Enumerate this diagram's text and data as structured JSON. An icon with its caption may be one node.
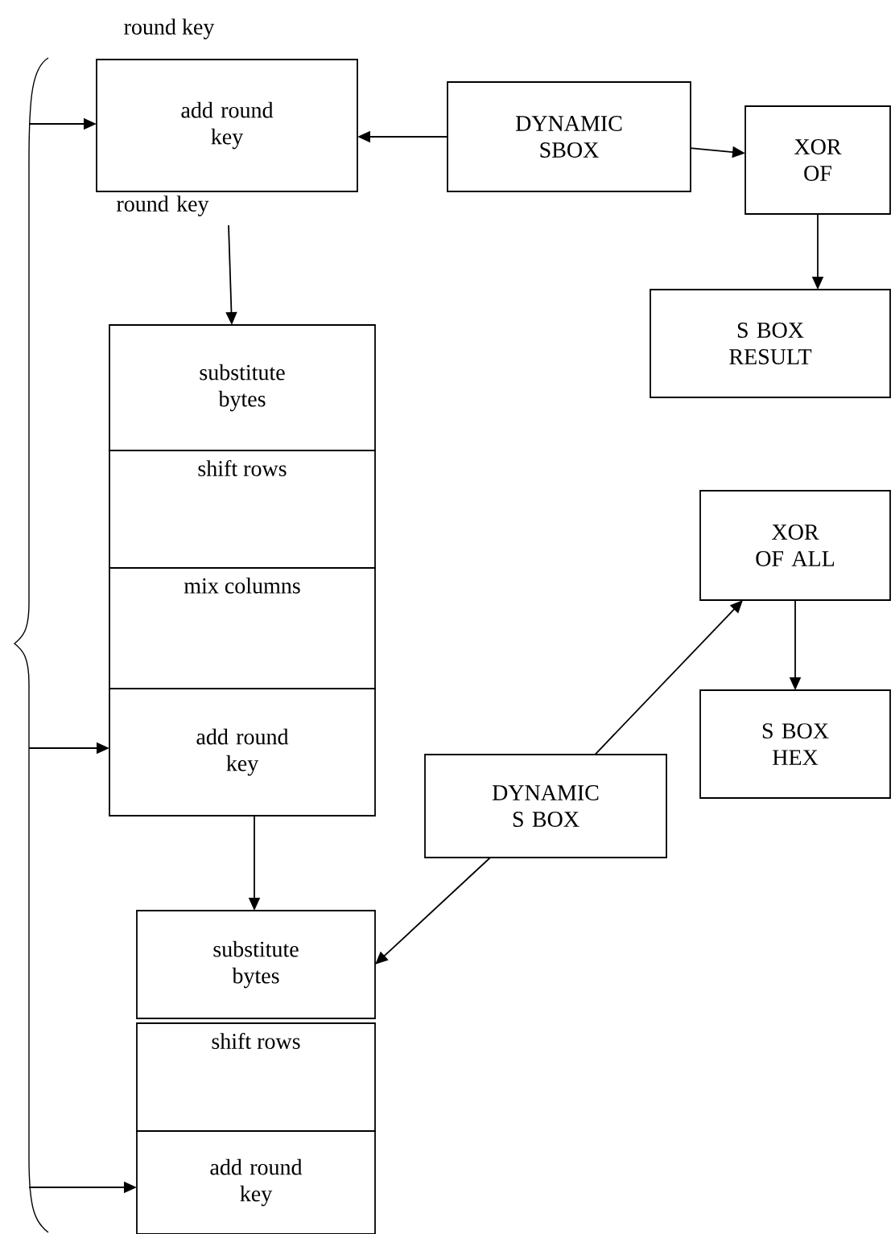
{
  "diagram": {
    "nodes": [
      {
        "text": [
          "add round key"
        ]
      },
      {
        "text": [
          "round key"
        ]
      },
      {
        "text": [
          "DYNAMIC SBOX"
        ]
      },
      {
        "text": [
          "XOR OF"
        ]
      },
      {
        "text": [
          "S BOX RESULT"
        ]
      },
      {
        "text": [
          "substitute bytes"
        ]
      },
      {
        "text": [
          "shift rows"
        ]
      },
      {
        "text": [
          "mix columns"
        ]
      },
      {
        "text": [
          "add round key"
        ]
      },
      {
        "text": [
          "XOR OF ALL"
        ]
      },
      {
        "text": [
          "S BOX HEX"
        ]
      },
      {
        "text": [
          "DYNAMIC S BOX"
        ]
      },
      {
        "text": [
          "substitute bytes"
        ]
      },
      {
        "text": [
          "shift rows"
        ]
      },
      {
        "text": [
          "add round key"
        ]
      }
    ],
    "edges": [
      {
        "from": 2,
        "to": 0,
        "arrow": "to"
      },
      {
        "from": 2,
        "to": 3,
        "arrow": "to"
      },
      {
        "from": 3,
        "to": 4,
        "arrow": "to"
      },
      {
        "from": 1,
        "to": 5,
        "arrow": "to"
      },
      {
        "from": 8,
        "to": 12,
        "arrow": "to"
      },
      {
        "from": 11,
        "to": 9,
        "arrow": "to"
      },
      {
        "from": 11,
        "to": 12,
        "arrow": "to"
      },
      {
        "from": 9,
        "to": 10,
        "arrow": "to"
      },
      {
        "from": null,
        "to": 0,
        "arrow": "to"
      },
      {
        "from": null,
        "to": 8,
        "arrow": "to"
      },
      {
        "from": null,
        "to": 14,
        "arrow": "to"
      }
    ],
    "labels": [
      "round key"
    ]
  }
}
